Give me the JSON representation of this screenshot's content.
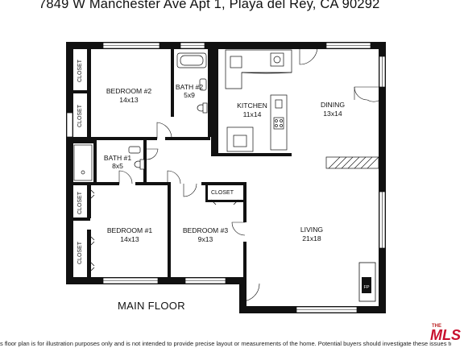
{
  "address": "7849 W Manchester Ave Apt 1, Playa del Rey, CA 90292",
  "floor_label": "MAIN FLOOR",
  "rooms": {
    "bedroom2": {
      "name": "BEDROOM #2",
      "size": "14x13"
    },
    "bath2": {
      "name": "BATH #2",
      "size": "5x9"
    },
    "kitchen": {
      "name": "KITCHEN",
      "size": "11x14"
    },
    "dining": {
      "name": "DINING",
      "size": "13x14"
    },
    "bath1": {
      "name": "BATH #1",
      "size": "8x5"
    },
    "bedroom1": {
      "name": "BEDROOM #1",
      "size": "14x13"
    },
    "bedroom3": {
      "name": "BEDROOM #3",
      "size": "9x13"
    },
    "living": {
      "name": "LIVING",
      "size": "21x18"
    }
  },
  "closets": {
    "closet_a": "CLOSET",
    "closet_b": "CLOSET",
    "closet_c": "CLOSET",
    "closet_d": "CLOSET",
    "closet_e": "CLOSET"
  },
  "fireplace_label": "FP",
  "logo": {
    "text_small": "THE",
    "text_main": "MLS"
  },
  "disclaimer": "s floor plan is for illustration purposes only and is not intended to provide precise layout or measurements of the home. Potential buyers should investigate these issues to their own satisfac"
}
